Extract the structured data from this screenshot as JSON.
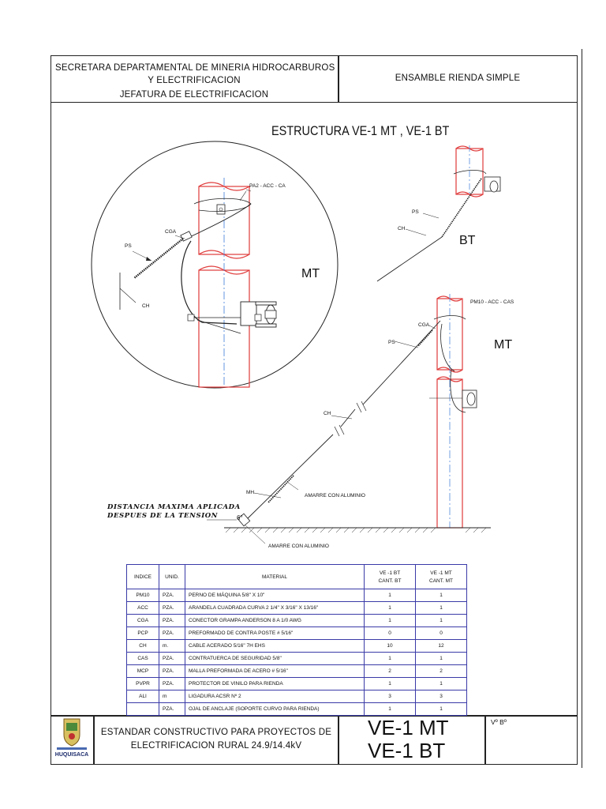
{
  "header": {
    "org_line1": "SECRETARA DEPARTAMENTAL DE MINERIA  HIDROCARBUROS",
    "org_line2": "Y ELECTRIFICACION",
    "org_line3": "JEFATURA DE  ELECTRIFICACION",
    "doc_title": "ENSAMBLE RIENDA SIMPLE"
  },
  "drawing": {
    "structure_title": "ESTRUCTURA  VE-1 MT ,  VE-1 BT",
    "labels": {
      "pa2": "PA2 - ACC - CA",
      "cga": "CGA",
      "ps": "PS",
      "ch": "CH",
      "mt": "MT",
      "bt": "BT",
      "pm10": "PM10 - ACC - CAS",
      "mh": "MH",
      "amarre": "AMARRE CON ALUMINIO",
      "angle": "6°"
    },
    "distance_note_line1": "DISTANCIA MAXIMA APLICADA",
    "distance_note_line2": "DESPUES  DE  LA  TENSION"
  },
  "materials": {
    "headers": [
      "INDICE",
      "UNID.",
      "MATERIAL",
      "VE -1 BT CANT. BT",
      "VE -1 MT CANT. MT"
    ],
    "header_bt_line1": "VE -1 BT",
    "header_bt_line2": "CANT. BT",
    "header_mt_line1": "VE -1 MT",
    "header_mt_line2": "CANT. MT",
    "rows": [
      {
        "indice": "PM10",
        "unid": "PZA.",
        "material": "PERNO DE MÁQUINA 5/8\" X 10\"",
        "bt": "1",
        "mt": "1"
      },
      {
        "indice": "ACC",
        "unid": "PZA.",
        "material": "ARANDELA CUADRADA CURVA 2 1/4\" X 3/16\" X 13/16\"",
        "bt": "1",
        "mt": "1"
      },
      {
        "indice": "CGA",
        "unid": "PZA.",
        "material": "CONECTOR GRAMPA ANDERSON 8 A 1/0 AWG",
        "bt": "1",
        "mt": "1"
      },
      {
        "indice": "PCP",
        "unid": "PZA.",
        "material": "PREFORMADO DE CONTRA POSTE # 5/16\"",
        "bt": "0",
        "mt": "0"
      },
      {
        "indice": "CH",
        "unid": "m.",
        "material": "CABLE ACERADO 5/16\" 7H    EHS",
        "bt": "10",
        "mt": "12"
      },
      {
        "indice": "CAS",
        "unid": "PZA.",
        "material": "CONTRATUERCA DE SEGURIDAD 5/8\"",
        "bt": "1",
        "mt": "1"
      },
      {
        "indice": "MCP",
        "unid": "PZA.",
        "material": "MALLA PREFORMADA DE ACERO # 5/16\"",
        "bt": "2",
        "mt": "2"
      },
      {
        "indice": "PVPR",
        "unid": "PZA.",
        "material": "PROTECTOR DE VINILO PARA RIENDA",
        "bt": "1",
        "mt": "1"
      },
      {
        "indice": "ALI",
        "unid": "m",
        "material": "LIGADURA ACSR Nº 2",
        "bt": "3",
        "mt": "3"
      },
      {
        "indice": "",
        "unid": "PZA.",
        "material": "OJAL DE ANCLAJE (SOPORTE CURVO PARA RIENDA)",
        "bt": "1",
        "mt": "1"
      }
    ]
  },
  "footer": {
    "logo_text": "HUQUISACA",
    "standard_line1": "ESTANDAR CONSTRUCTIVO PARA PROYECTOS DE",
    "standard_line2": "ELECTRIFICACION RURAL 24.9/14.4kV",
    "code_line1": "VE-1 MT",
    "code_line2": "VE-1 BT",
    "approval": "Vº Bº"
  },
  "colors": {
    "pole": "#e03a3a",
    "pole_axis": "#3a7ad8",
    "table_border": "#3a3aa8",
    "line": "#222222"
  }
}
